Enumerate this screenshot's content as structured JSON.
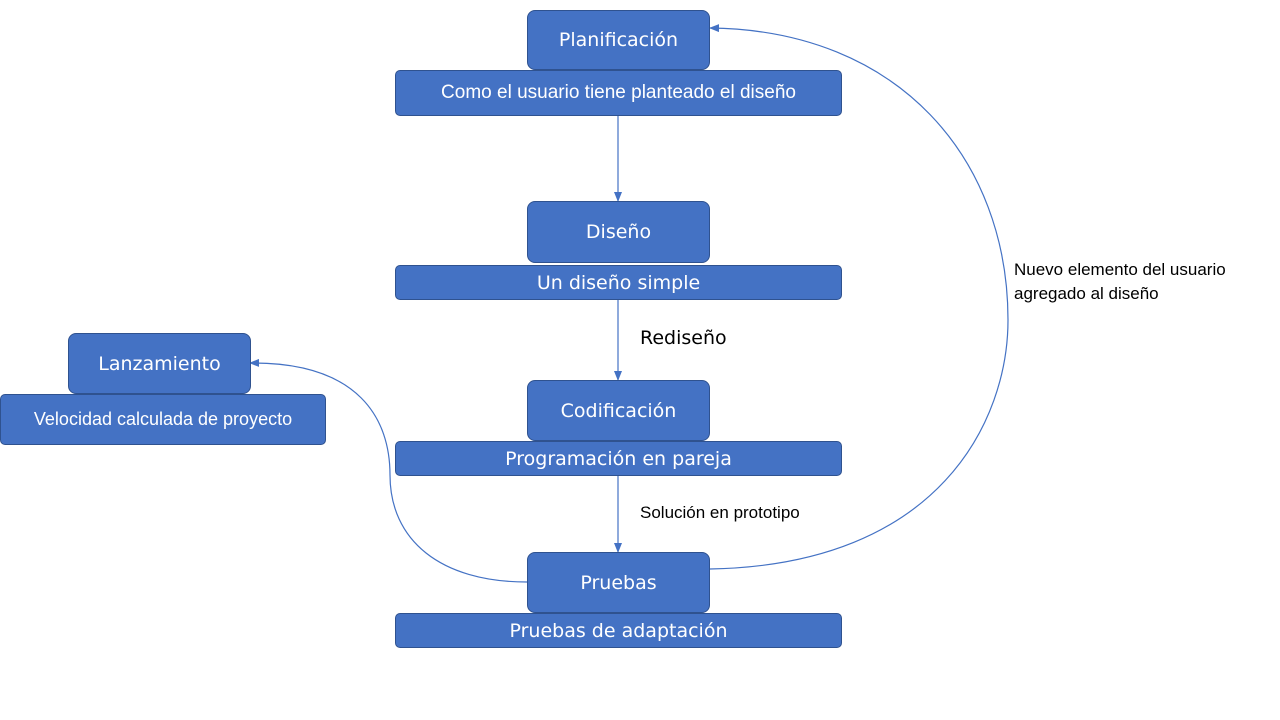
{
  "nodes": {
    "planificacion": {
      "title": "Planificación",
      "detail": "Como el usuario tiene planteado el diseño"
    },
    "diseno": {
      "title": "Diseño",
      "detail": "Un diseño simple"
    },
    "codificacion": {
      "title": "Codificación",
      "detail": "Programación en pareja"
    },
    "pruebas": {
      "title": "Pruebas",
      "detail": "Pruebas de adaptación"
    },
    "lanzamiento": {
      "title": "Lanzamiento",
      "detail": "Velocidad calculada de proyecto"
    }
  },
  "edge_labels": {
    "rediseno": "Rediseño",
    "solucion": "Solución en prototipo",
    "feedback_line1": "Nuevo elemento del usuario",
    "feedback_line2": "agregado al diseño"
  },
  "colors": {
    "node_fill": "#4472c4",
    "node_border": "#2f528f",
    "connector": "#4472c4"
  }
}
